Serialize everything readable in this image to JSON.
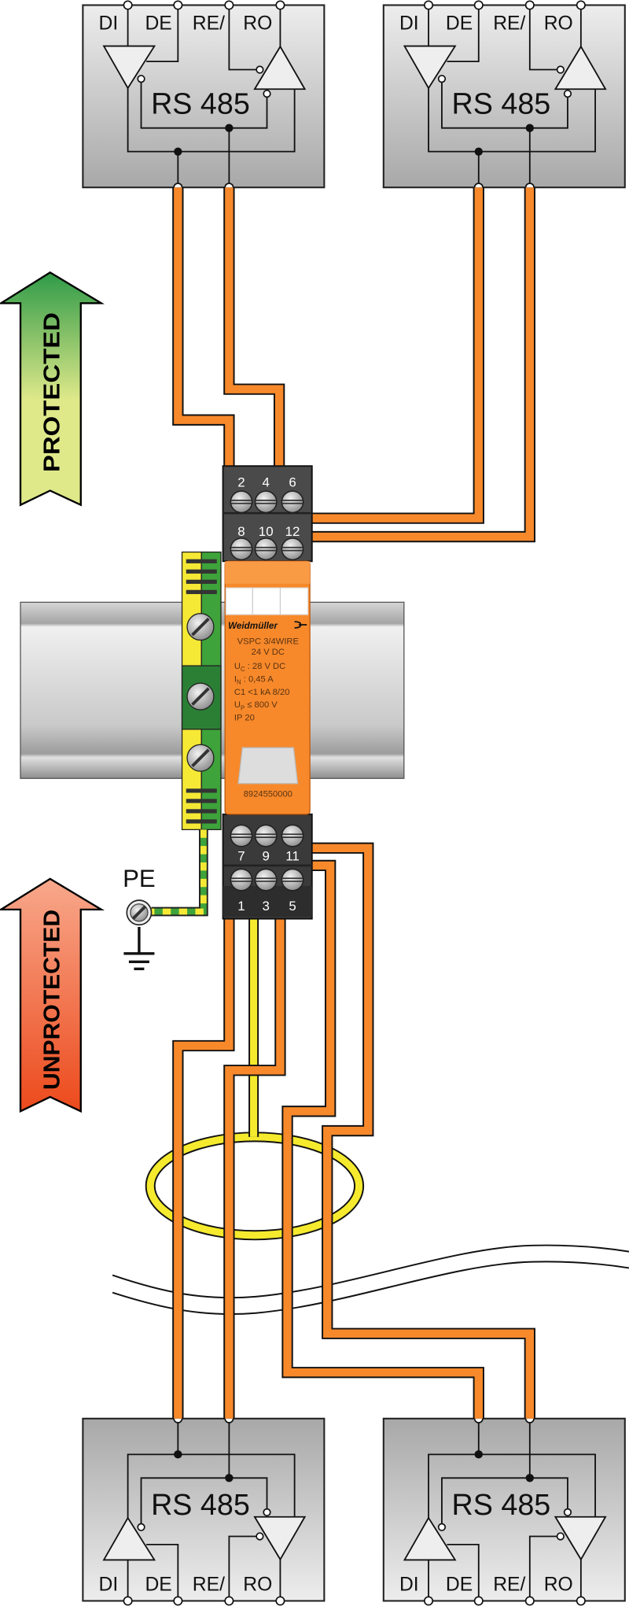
{
  "transceivers": {
    "pins": [
      "DI",
      "DE",
      "RE/",
      "RO"
    ],
    "chip_label": "RS 485",
    "count": 4
  },
  "arrows": {
    "protected": "PROTECTED",
    "unprotected": "UNPROTECTED"
  },
  "terminals": {
    "top_row_1": [
      "2",
      "4",
      "6"
    ],
    "top_row_2": [
      "8",
      "10",
      "12"
    ],
    "bottom_row_1": [
      "7",
      "9",
      "11"
    ],
    "bottom_row_2": [
      "1",
      "3",
      "5"
    ]
  },
  "module": {
    "brand": "Weidmüller",
    "model": "VSPC 3/4WIRE",
    "voltage": "24 V DC",
    "specs": [
      {
        "sym": "U",
        "sub": "C",
        "value": " : 28 V DC"
      },
      {
        "sym": "I",
        "sub": "N",
        "value": "  : 0,45 A"
      },
      {
        "sym": "C1 <1 kA 8/20",
        "sub": "",
        "value": ""
      },
      {
        "sym": "U",
        "sub": "P",
        "value": " ≤  800 V"
      },
      {
        "sym": "IP 20",
        "sub": "",
        "value": ""
      }
    ],
    "part_number": "8924550000"
  },
  "ground": {
    "label": "PE"
  },
  "colors": {
    "wire": "#f7892b",
    "shield": "#f5ea2e",
    "module": "#f7892b",
    "pe_green": "#3da33a",
    "pe_yellow": "#f5e935",
    "protected_top": "#2f9a48",
    "protected_bottom": "#dfe98a",
    "unprotected_top": "#f8a88c",
    "unprotected_bottom": "#ec4a1c"
  }
}
